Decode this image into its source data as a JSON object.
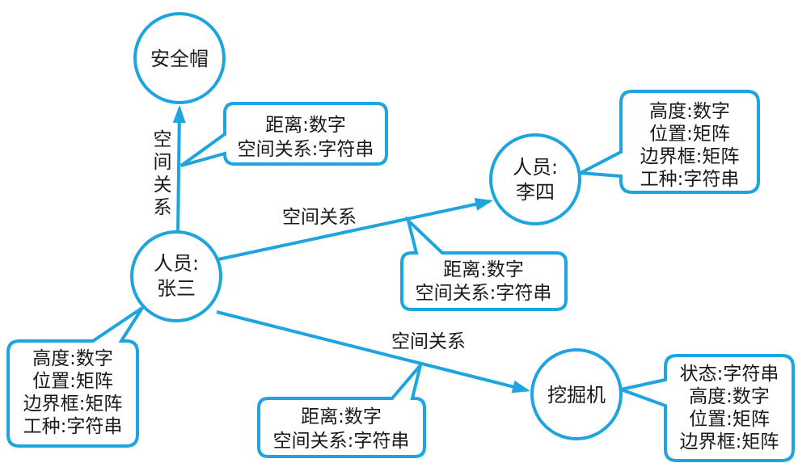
{
  "colors": {
    "accent": "#1fa5de",
    "text": "#1a1a1a"
  },
  "nodes": {
    "helmet": {
      "lines": [
        "安全帽"
      ]
    },
    "zhangsan": {
      "lines": [
        "人员:",
        "张三"
      ]
    },
    "lisi": {
      "lines": [
        "人员:",
        "李四"
      ]
    },
    "excavator": {
      "lines": [
        "挖掘机"
      ]
    }
  },
  "edges": {
    "zhangsan_helmet": {
      "label": "空间关系"
    },
    "zhangsan_lisi": {
      "label": "空间关系"
    },
    "zhangsan_excavator": {
      "label": "空间关系"
    }
  },
  "callouts": {
    "edge_helmet_attrs": {
      "lines": [
        "距离:数字",
        "空间关系:字符串"
      ]
    },
    "lisi_attrs": {
      "lines": [
        "高度:数字",
        "位置:矩阵",
        "边界框:矩阵",
        "工种:字符串"
      ]
    },
    "edge_lisi_attrs": {
      "lines": [
        "距离:数字",
        "空间关系:字符串"
      ]
    },
    "zhangsan_attrs": {
      "lines": [
        "高度:数字",
        "位置:矩阵",
        "边界框:矩阵",
        "工种:字符串"
      ]
    },
    "edge_excavator_attrs": {
      "lines": [
        "距离:数字",
        "空间关系:字符串"
      ]
    },
    "excavator_attrs": {
      "lines": [
        "状态:字符串",
        "高度:数字",
        "位置:矩阵",
        "边界框:矩阵"
      ]
    }
  }
}
